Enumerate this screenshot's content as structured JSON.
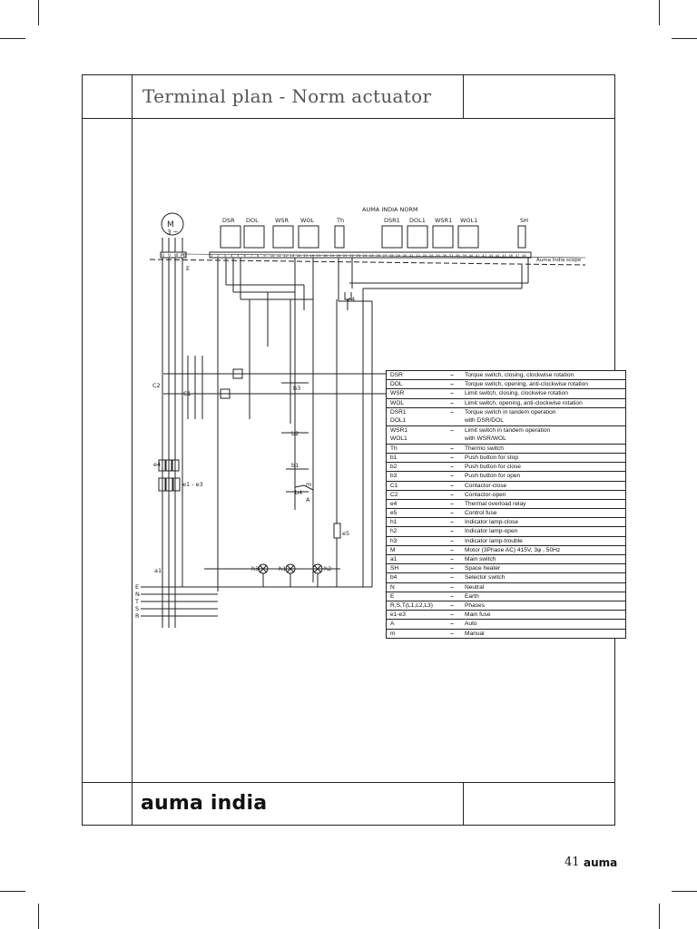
{
  "header": {
    "title": "Terminal plan - Norm actuator"
  },
  "footer": {
    "brand": "auma india",
    "page_number": "41",
    "page_brand": "auma"
  },
  "diagram": {
    "scope_label": "AUMA INDIA NORM",
    "scope_line_label": "Auma India scope",
    "motor_label": "M",
    "motor_sub": "3 ~",
    "switch_labels": [
      "DSR",
      "DOL",
      "WSR",
      "WOL",
      "Th",
      "DSR1",
      "DOL1",
      "WSR1",
      "WOL1",
      "SH"
    ],
    "terminal_numbers": [
      "1",
      "2",
      "3",
      "4",
      "5",
      "6",
      "7",
      "8",
      "9",
      "10",
      "11",
      "12",
      "13",
      "14",
      "15",
      "16",
      "17",
      "18",
      "19",
      "20",
      "21",
      "22",
      "23",
      "24",
      "25",
      "26",
      "27",
      "28",
      "29",
      "30",
      "31",
      "32",
      "33",
      "34",
      "35",
      "36",
      "37",
      "38",
      "39",
      "40",
      "41",
      "42",
      "43",
      "44",
      "45",
      "46",
      "47",
      "48"
    ],
    "motor_terminals": [
      "U",
      "V",
      "W",
      "PE"
    ],
    "component_labels": {
      "e": "E",
      "e4": "e4",
      "c2": "C2",
      "c1": "C1",
      "b3": "b3",
      "b2": "b2",
      "b1": "b1",
      "b4": "b4",
      "m": "m",
      "a": "A",
      "e1e3": "e1 - e3",
      "e5": "e5",
      "h3": "h3",
      "h1": "h1",
      "h2": "h2",
      "a1": "a1"
    },
    "supply_labels": [
      "E",
      "N",
      "T",
      "S",
      "R"
    ]
  },
  "legend": {
    "rows": [
      {
        "symbol": "DSR",
        "desc": "Torque switch, closing, clockwise rotation"
      },
      {
        "symbol": "DOL",
        "desc": "Torque switch, opening, anti-clockwise rotation"
      },
      {
        "symbol": "WSR",
        "desc": "Limit switch, closing, clockwise rotation"
      },
      {
        "symbol": "WOL",
        "desc": "Limit switch, opening, anti-clockwise rotation"
      },
      {
        "symbol": "DSR1\nDOL1",
        "desc": "Torque switch in tandem operation\nwith DSR/DOL"
      },
      {
        "symbol": "WSR1\nWOL1",
        "desc": "Limit switch in tandem operation\nwith WSR/WOL"
      },
      {
        "symbol": "Th",
        "desc": "Thermo switch"
      },
      {
        "symbol": "b1",
        "desc": "Push button for stop"
      },
      {
        "symbol": "b2",
        "desc": "Push button for close"
      },
      {
        "symbol": "b3",
        "desc": "Push button for open"
      },
      {
        "symbol": "C1",
        "desc": "Contactor-close"
      },
      {
        "symbol": "C2",
        "desc": "Contactor-open"
      },
      {
        "symbol": "e4",
        "desc": "Thermal overload relay"
      },
      {
        "symbol": "e5",
        "desc": "Control fuse"
      },
      {
        "symbol": "h1",
        "desc": "Indicator lamp-close"
      },
      {
        "symbol": "h2",
        "desc": "Indicator lamp-open"
      },
      {
        "symbol": "h3",
        "desc": "Indicator lamp-trouble"
      },
      {
        "symbol": "M",
        "desc": "Motor (3Phase AC) 415V, 3φ , 50Hz"
      },
      {
        "symbol": "a1",
        "desc": "Main switch"
      },
      {
        "symbol": "SH",
        "desc": "Space heater"
      },
      {
        "symbol": "b4",
        "desc": "Selector switch"
      },
      {
        "symbol": "N",
        "desc": "Neutral"
      },
      {
        "symbol": "E",
        "desc": "Earth"
      },
      {
        "symbol": "R,S,T(L1,L2,L3)",
        "desc": "Phases"
      },
      {
        "symbol": "e1-e3",
        "desc": "Main fuse"
      },
      {
        "symbol": "A",
        "desc": "Auto"
      },
      {
        "symbol": "m",
        "desc": "Manual"
      }
    ],
    "dash": "–"
  }
}
